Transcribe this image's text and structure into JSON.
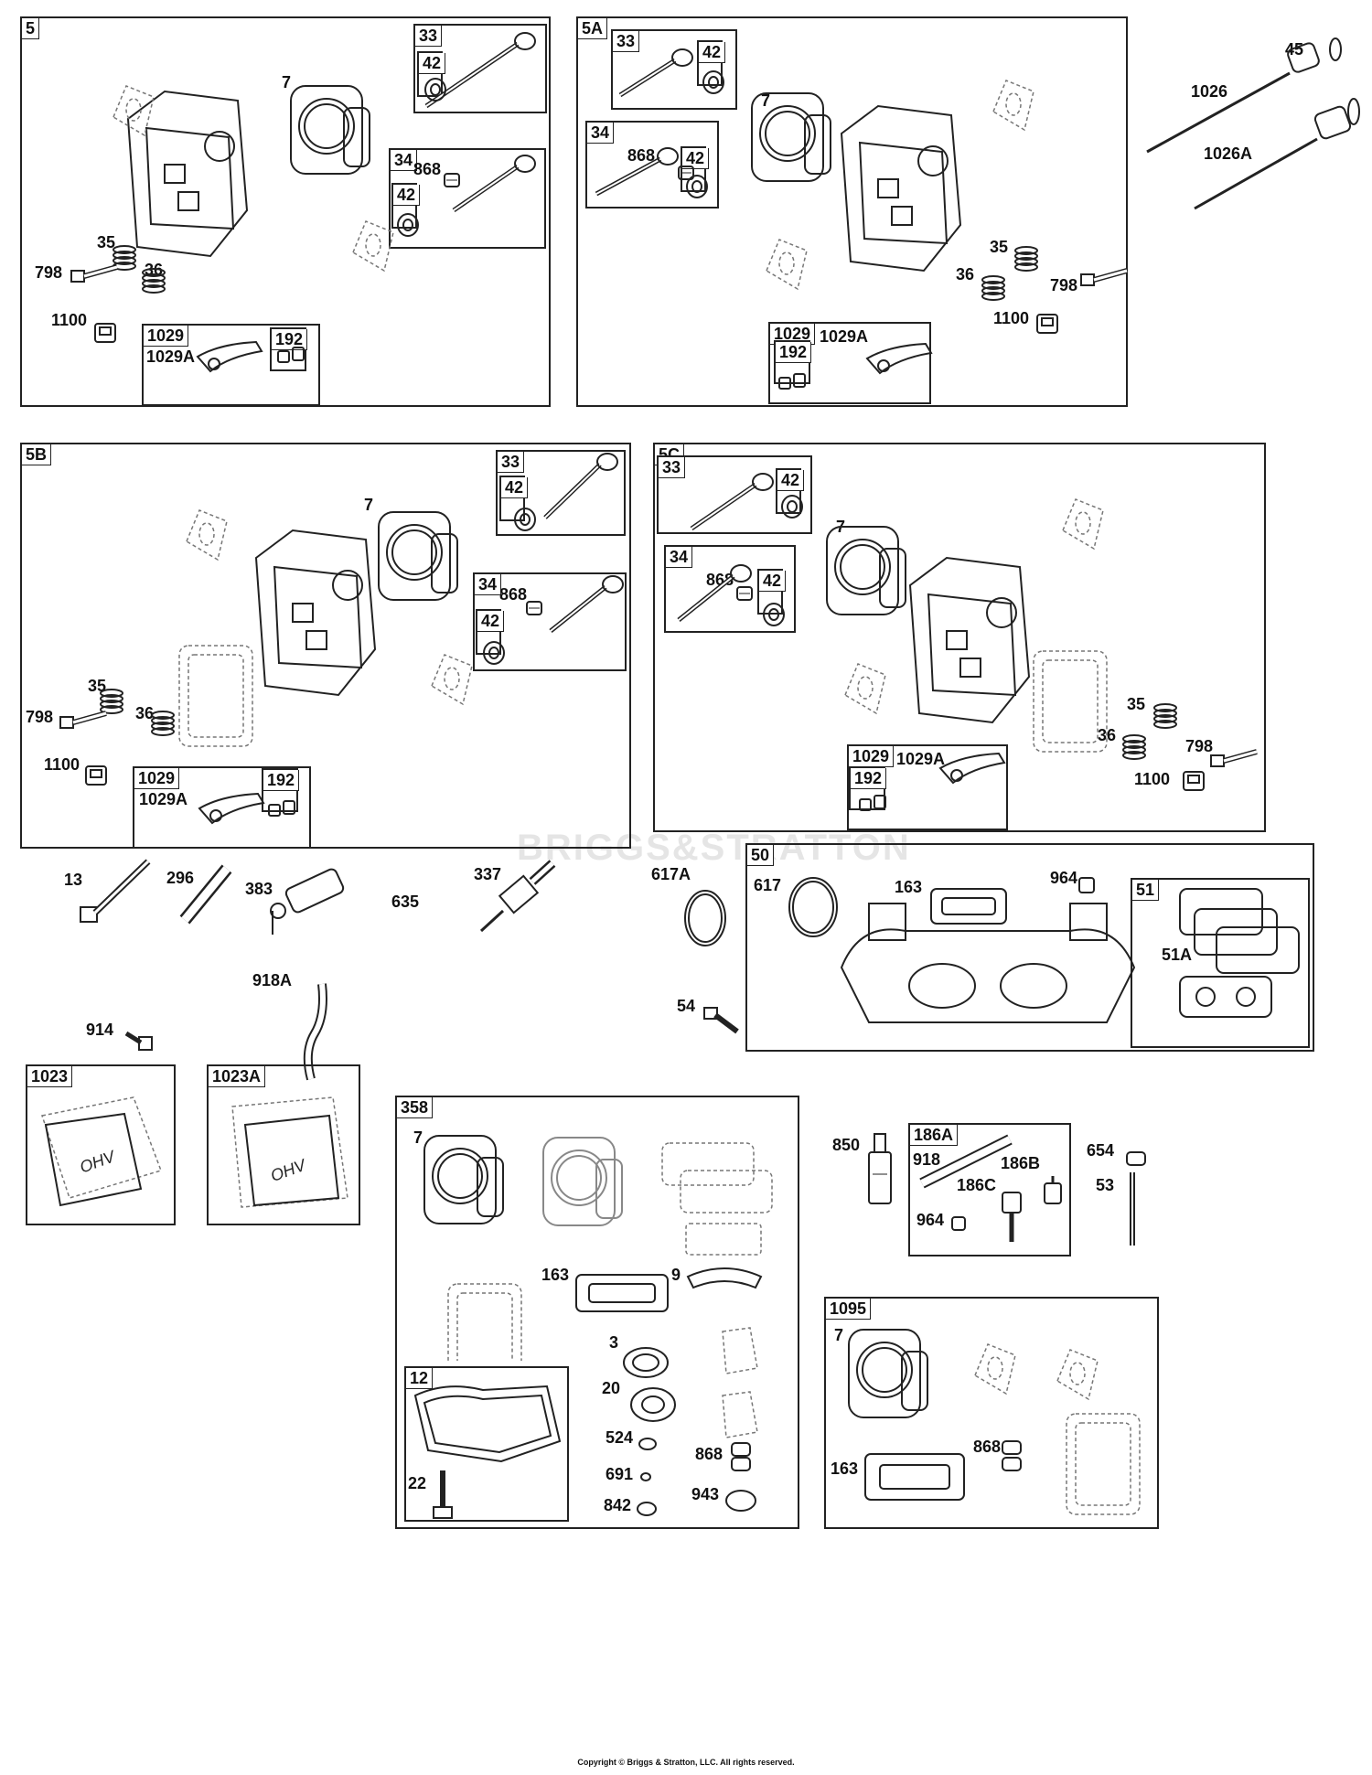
{
  "panels": [
    {
      "id": "5",
      "items": [
        "7",
        "35",
        "36",
        "798",
        "1100"
      ],
      "subs": [
        {
          "id": "33",
          "items": [
            "42"
          ]
        },
        {
          "id": "34",
          "items": [
            "868",
            "42"
          ]
        },
        {
          "id": "1029",
          "items": [
            "1029A",
            "192"
          ]
        }
      ]
    },
    {
      "id": "5A",
      "items": [
        "7",
        "35",
        "36",
        "798",
        "1100"
      ],
      "subs": [
        {
          "id": "33",
          "items": [
            "42"
          ]
        },
        {
          "id": "34",
          "items": [
            "868",
            "42"
          ]
        },
        {
          "id": "1029",
          "items": [
            "1029A",
            "192"
          ]
        }
      ]
    },
    {
      "id": "5B",
      "items": [
        "7",
        "35",
        "36",
        "798",
        "1100"
      ],
      "subs": [
        {
          "id": "33",
          "items": [
            "42"
          ]
        },
        {
          "id": "34",
          "items": [
            "868",
            "42"
          ]
        },
        {
          "id": "1029",
          "items": [
            "1029A",
            "192"
          ]
        }
      ]
    },
    {
      "id": "5C",
      "items": [
        "7",
        "35",
        "36",
        "798",
        "1100"
      ],
      "subs": [
        {
          "id": "33",
          "items": [
            "42"
          ]
        },
        {
          "id": "34",
          "items": [
            "868",
            "42"
          ]
        },
        {
          "id": "1029",
          "items": [
            "1029A",
            "192"
          ]
        }
      ]
    },
    {
      "id": "50",
      "items": [
        "617",
        "163",
        "964"
      ],
      "subs": [
        {
          "id": "51",
          "items": [
            "51A"
          ]
        }
      ]
    },
    {
      "id": "1023",
      "items": [],
      "subs": []
    },
    {
      "id": "1023A",
      "items": [],
      "subs": []
    },
    {
      "id": "358",
      "items": [
        "7",
        "163",
        "9",
        "3",
        "20",
        "524",
        "691",
        "842",
        "868",
        "943"
      ],
      "subs": [
        {
          "id": "12",
          "items": [
            "22"
          ]
        }
      ]
    },
    {
      "id": "186A",
      "items": [
        "918",
        "186B",
        "186C",
        "964"
      ],
      "subs": []
    },
    {
      "id": "1095",
      "items": [
        "7",
        "868",
        "163"
      ],
      "subs": []
    }
  ],
  "loose_parts": [
    "45",
    "1026",
    "1026A",
    "13",
    "296",
    "383",
    "635",
    "337",
    "617A",
    "54",
    "914",
    "918A",
    "850",
    "654",
    "53"
  ],
  "watermark": "BRIGGS&STRATTON",
  "footer": "Copyright © Briggs & Stratton, LLC. All rights reserved."
}
